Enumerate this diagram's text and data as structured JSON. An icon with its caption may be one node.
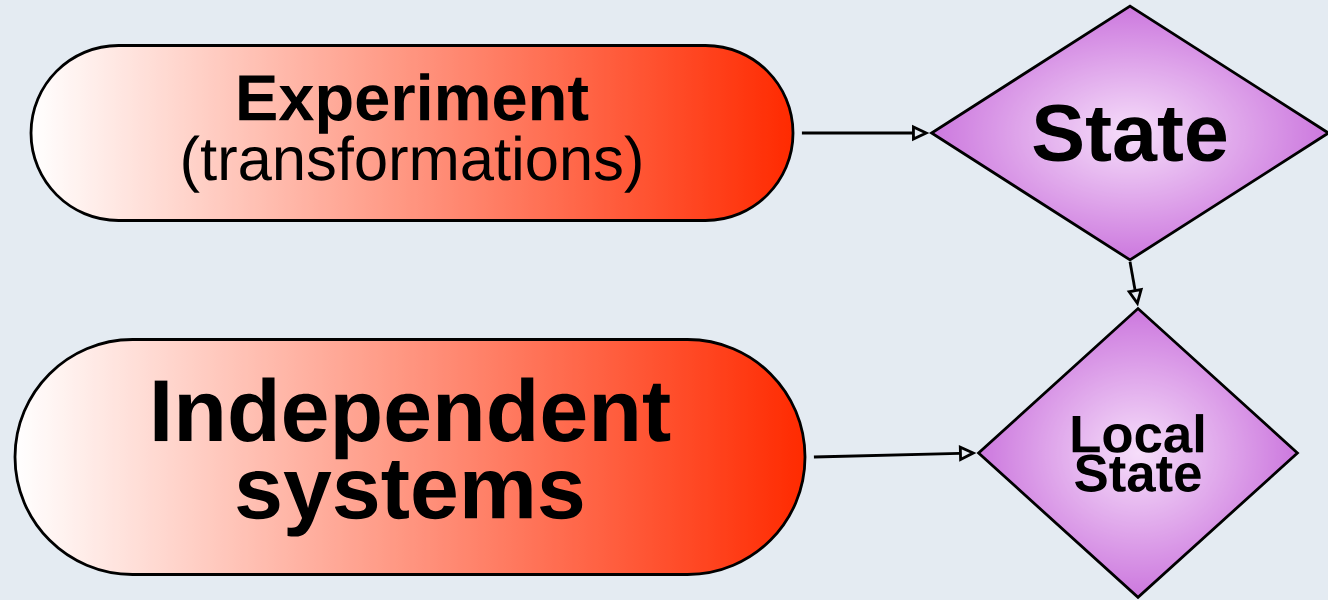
{
  "diagram": {
    "nodes": [
      {
        "text": [
          "Experiment",
          "(transformations)"
        ]
      },
      {
        "text": [
          "State"
        ]
      },
      {
        "text": [
          "Independent systems"
        ]
      },
      {
        "text": [
          "Local State"
        ]
      }
    ],
    "edges": [
      {
        "from": 0,
        "to": 1,
        "arrow": "to"
      },
      {
        "from": 1,
        "to": 3,
        "arrow": "to"
      },
      {
        "from": 2,
        "to": 3,
        "arrow": "to"
      }
    ]
  }
}
